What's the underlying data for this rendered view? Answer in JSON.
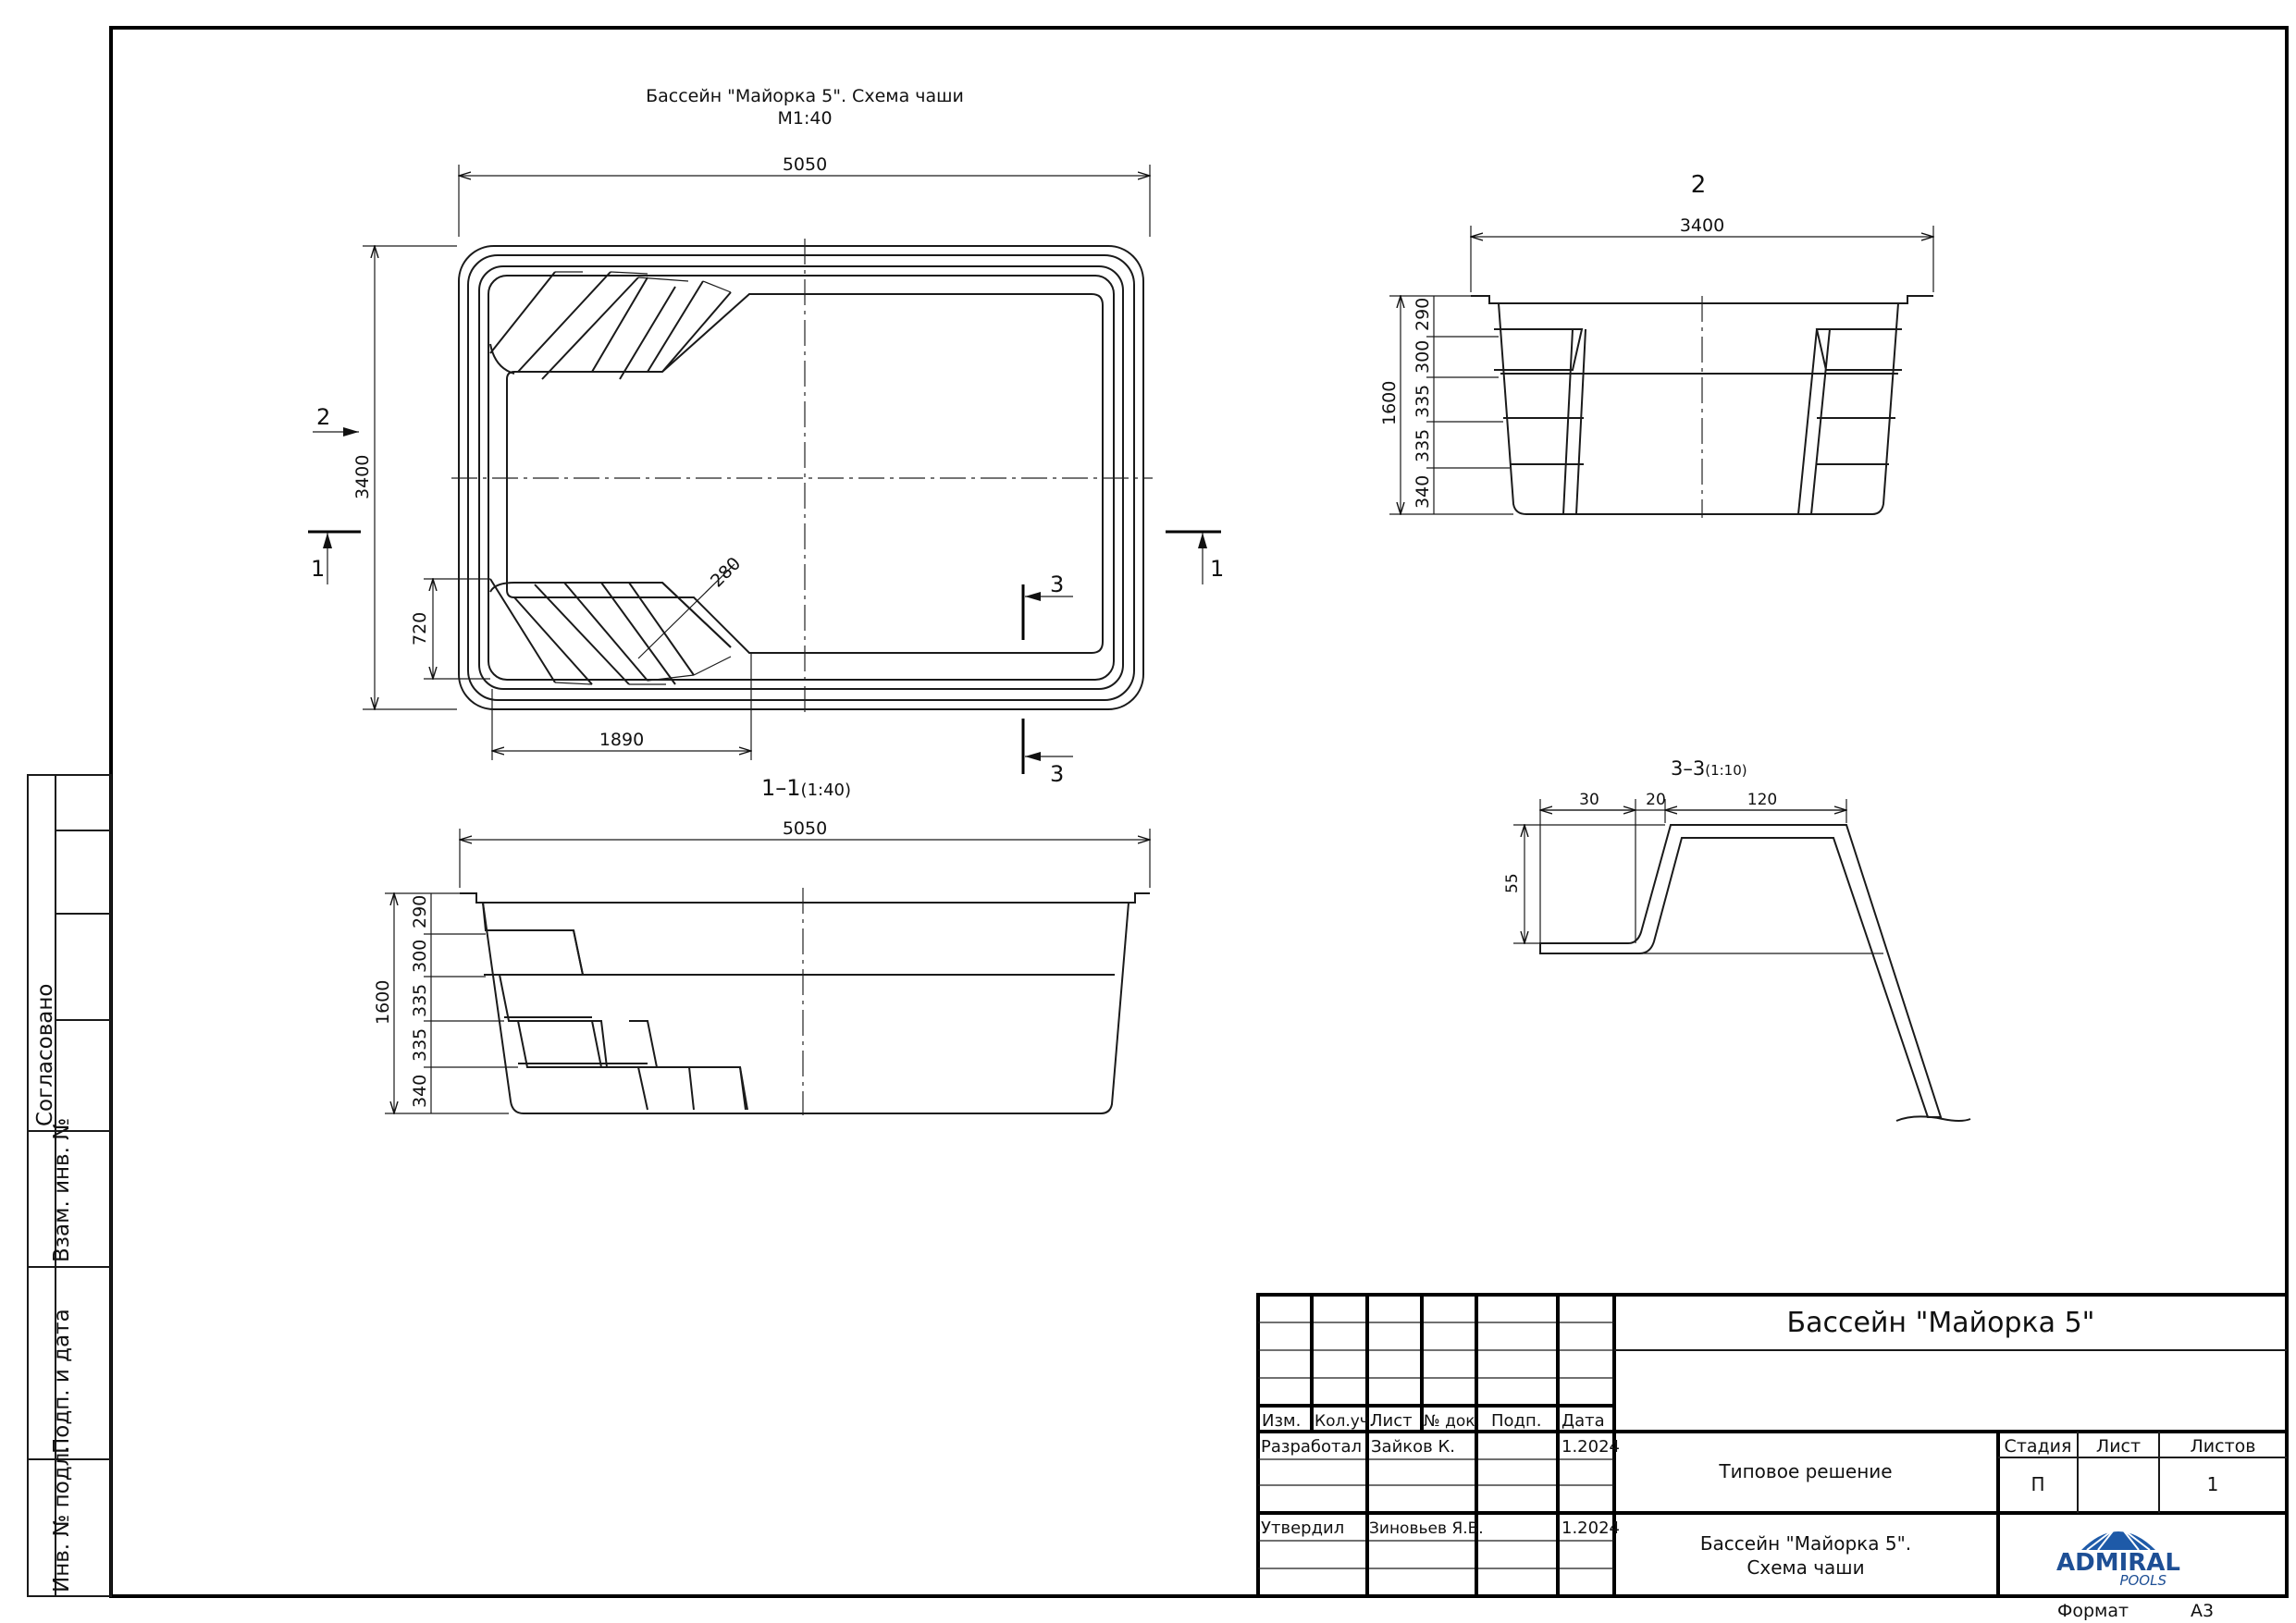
{
  "titles": {
    "main_title": "Бассейн \"Майорка 5\". Схема чаши",
    "main_scale": "М1:40",
    "section_1_1_prefix": "1–1",
    "section_1_1_scale": "(1:40)",
    "view_2": "2",
    "section_3_3_prefix": "3–3",
    "section_3_3_scale": "(1:10)"
  },
  "plan_dims": {
    "length": "5050",
    "width": "3400",
    "step_width": "720",
    "step_length": "1890",
    "radius": "280"
  },
  "section_markers": {
    "s1": "1",
    "s2": "2",
    "s3": "3"
  },
  "section_1_dims": {
    "length": "5050",
    "depth_total": "1600",
    "levels": [
      "290",
      "300",
      "335",
      "335",
      "340"
    ]
  },
  "view_2_dims": {
    "width": "3400",
    "depth_total": "1600",
    "levels": [
      "290",
      "300",
      "335",
      "335",
      "340"
    ]
  },
  "section_3_dims": {
    "d1": "30",
    "d2": "20",
    "d3": "120",
    "height": "55"
  },
  "side_strip": {
    "agreed": "Согласовано",
    "inv_no_replace": "Взам. инв. №",
    "sign_date": "Подп. и дата",
    "inv_no_orig": "Инв. № подл."
  },
  "title_block": {
    "project_title": "Бассейн \"Майорка 5\"",
    "headers": [
      "Изм.",
      "Кол.уч.",
      "Лист",
      "№ док.",
      "Подп.",
      "Дата"
    ],
    "developed_label": "Разработал",
    "developed_name": "Зайков К.",
    "developed_date": "1.2024",
    "approved_label": "Утвердил",
    "approved_name": "Зиновьев Я.В.",
    "approved_date": "1.2024",
    "solution_type": "Типовое решение",
    "stage_header": "Стадия",
    "sheet_header": "Лист",
    "sheets_header": "Листов",
    "stage_value": "П",
    "sheet_value": "",
    "sheets_value": "1",
    "doc_name_line1": "Бассейн \"Майорка 5\".",
    "doc_name_line2": "Схема чаши",
    "logo_main": "ADMIRAL",
    "logo_sub": "POOLS"
  },
  "format": {
    "label": "Формат",
    "value": "А3"
  }
}
